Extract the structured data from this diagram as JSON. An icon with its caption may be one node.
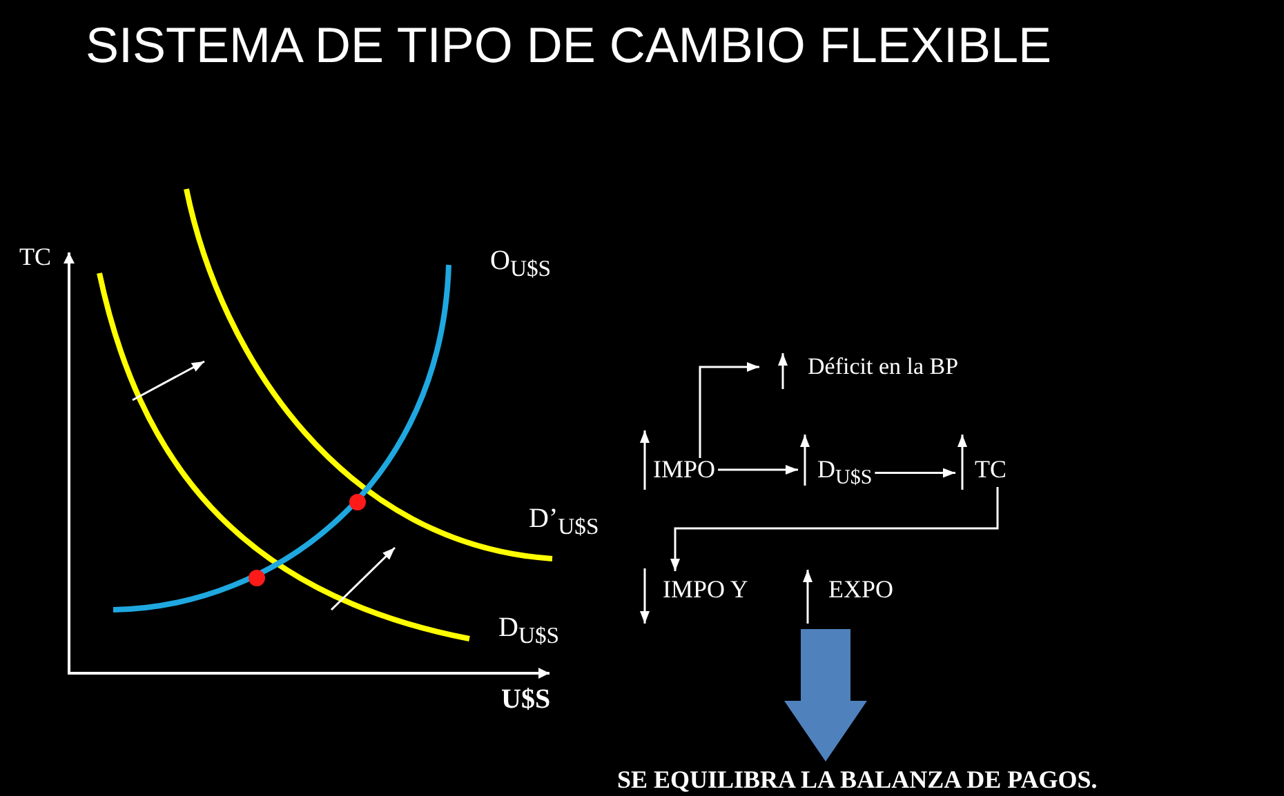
{
  "diagram": {
    "title": "SISTEMA DE TIPO DE CAMBIO FLEXIBLE",
    "nodes": [
      {
        "text": [
          "Déficit en la BP"
        ]
      },
      {
        "text": [
          "IMPO"
        ]
      },
      {
        "text": [
          "D$_{U$S}$"
        ]
      },
      {
        "text": [
          "TC"
        ]
      },
      {
        "text": [
          "IMPO Y"
        ]
      },
      {
        "text": [
          "EXPO"
        ]
      },
      {
        "text": [
          "SE EQUILIBRA LA BALANZA DE PAGOS."
        ]
      }
    ],
    "edges": [
      {
        "from": 1,
        "to": 0,
        "arrow": "to"
      },
      {
        "from": 1,
        "to": 2,
        "arrow": "to"
      },
      {
        "from": 2,
        "to": 3,
        "arrow": "to"
      },
      {
        "from": 3,
        "to": 4,
        "arrow": "to"
      },
      {
        "from": 5,
        "to": 6,
        "arrow": "to",
        "style": "thick",
        "color": "#4f81bd"
      }
    ],
    "labels": [
      "TC",
      "O$_{U$S}$",
      "D’$_{U$S}$",
      "D$_{U$S}$",
      "U$S"
    ]
  }
}
